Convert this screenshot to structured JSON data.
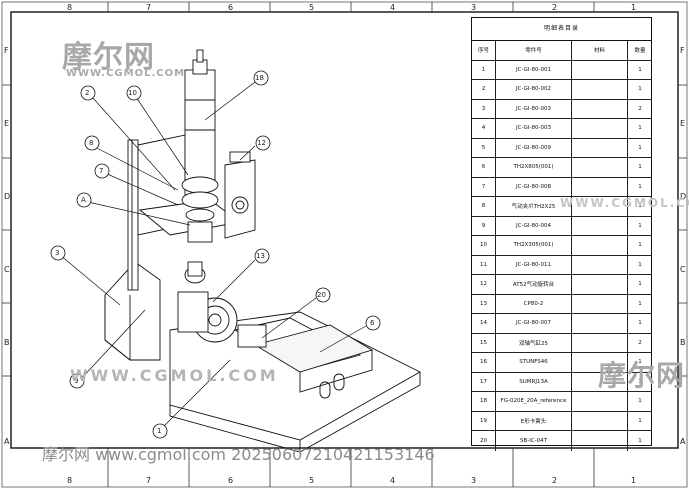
{
  "zones_top": [
    "8",
    "7",
    "6",
    "5",
    "4",
    "3",
    "2",
    "1"
  ],
  "zones_bottom": [
    "8",
    "7",
    "6",
    "5",
    "4",
    "3",
    "2",
    "1"
  ],
  "zones_left": [
    "F",
    "E",
    "D",
    "C",
    "B",
    "A"
  ],
  "zones_right": [
    "F",
    "E",
    "D",
    "C",
    "B",
    "A"
  ],
  "bom": {
    "title": "明细表目录",
    "headers": {
      "no": "序号",
      "part": "零件号",
      "material": "材料",
      "qty": "数量"
    },
    "rows": [
      {
        "no": "1",
        "part": "JC-GI-80-001",
        "material": "",
        "qty": "1"
      },
      {
        "no": "2",
        "part": "JC-GI-80-002",
        "material": "",
        "qty": "1"
      },
      {
        "no": "3",
        "part": "JC-GI-80-003",
        "material": "",
        "qty": "2"
      },
      {
        "no": "4",
        "part": "JC-GI-80-003",
        "material": "",
        "qty": "1"
      },
      {
        "no": "5",
        "part": "JC-GI-80-009",
        "material": "",
        "qty": "1"
      },
      {
        "no": "6",
        "part": "TH2X805(001)",
        "material": "",
        "qty": "1"
      },
      {
        "no": "7",
        "part": "JC-GI-80-008",
        "material": "",
        "qty": "1"
      },
      {
        "no": "8",
        "part": "气动夹爪TH2X25",
        "material": "",
        "qty": "1"
      },
      {
        "no": "9",
        "part": "JC-GI-80-004",
        "material": "",
        "qty": "1"
      },
      {
        "no": "10",
        "part": "TH2X305(001)",
        "material": "",
        "qty": "1"
      },
      {
        "no": "11",
        "part": "JC-GI-80-011",
        "material": "",
        "qty": "1"
      },
      {
        "no": "12",
        "part": "AT52气动旋转台",
        "material": "",
        "qty": "1"
      },
      {
        "no": "13",
        "part": "CP80-2",
        "material": "",
        "qty": "1"
      },
      {
        "no": "14",
        "part": "JC-GI-80-007",
        "material": "",
        "qty": "1"
      },
      {
        "no": "15",
        "part": "双轴气缸25",
        "material": "",
        "qty": "2"
      },
      {
        "no": "16",
        "part": "STUNFS46",
        "material": "",
        "qty": "1"
      },
      {
        "no": "17",
        "part": "SUMRJ13A",
        "material": "",
        "qty": "1"
      },
      {
        "no": "18",
        "part": "FG-020E_20A_reference",
        "material": "",
        "qty": "1"
      },
      {
        "no": "19",
        "part": "E形卡簧头",
        "material": "",
        "qty": "1"
      },
      {
        "no": "20",
        "part": "SB-IC-04T",
        "material": "",
        "qty": "1"
      }
    ]
  },
  "balloons": [
    "2",
    "10",
    "18",
    "8",
    "7",
    "A",
    "12",
    "3",
    "13",
    "20",
    "6",
    "9",
    "1"
  ],
  "watermarks": {
    "logo_cn": "摩尔网",
    "logo_en": "WWW.CGMOL.COM",
    "footer": "摩尔网 www.cgmol.com 20250607210421153146",
    "right_logo_cn": "摩尔网",
    "right_logo_en": "WWW.CGMOL.COM"
  },
  "colors": {
    "line": "#111111",
    "watermark": "#9a9a9a"
  }
}
